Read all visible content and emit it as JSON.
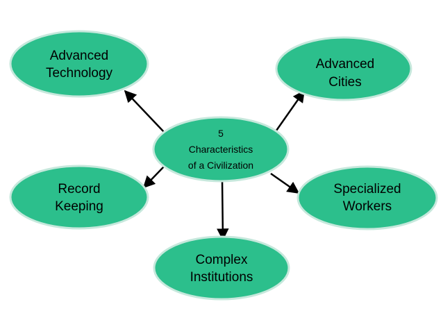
{
  "diagram": {
    "node_fill": "#2cbf8c",
    "node_stroke": "#c6e8dc",
    "arrow_color": "#000000",
    "center": {
      "lines": [
        "5",
        "Characteristics",
        "of a Civilization"
      ]
    },
    "nodes": {
      "advanced_technology": {
        "lines": [
          "Advanced",
          "Technology"
        ]
      },
      "advanced_cities": {
        "lines": [
          "Advanced",
          "Cities"
        ]
      },
      "record_keeping": {
        "lines": [
          "Record",
          "Keeping"
        ]
      },
      "specialized_workers": {
        "lines": [
          "Specialized",
          "Workers"
        ]
      },
      "complex_institutions": {
        "lines": [
          "Complex",
          "Institutions"
        ]
      }
    }
  }
}
